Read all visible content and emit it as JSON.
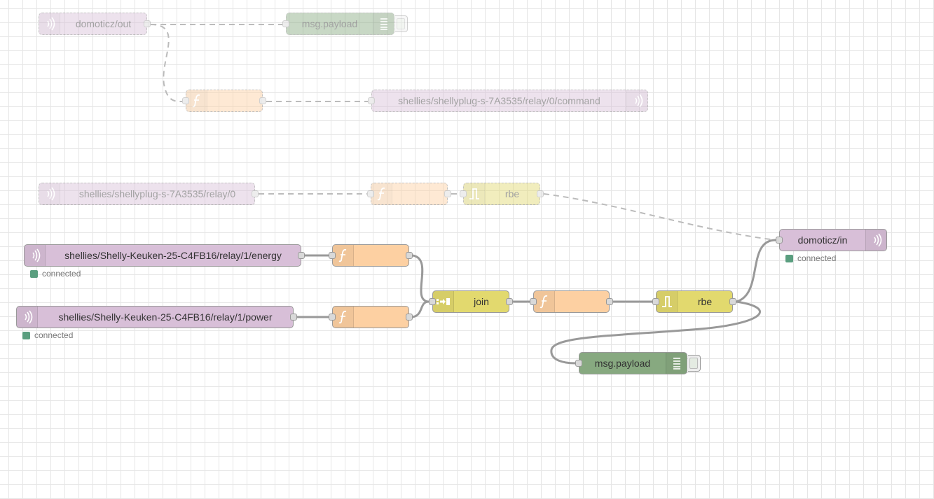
{
  "nodes": {
    "domoticz_out": {
      "label": "domoticz/out",
      "icon": "mqtt-wave-icon"
    },
    "debug_top": {
      "label": "msg.payload",
      "icon": "debug-list-icon"
    },
    "func_top": {
      "label": "",
      "icon": "function-icon"
    },
    "mqtt_command": {
      "label": "shellies/shellyplug-s-7A3535/relay/0/command",
      "icon": "mqtt-wave-icon"
    },
    "mqtt_relay0": {
      "label": "shellies/shellyplug-s-7A3535/relay/0",
      "icon": "mqtt-wave-icon"
    },
    "func_relay0": {
      "label": "",
      "icon": "function-icon"
    },
    "rbe_top": {
      "label": "rbe",
      "icon": "rbe-icon"
    },
    "domoticz_in": {
      "label": "domoticz/in",
      "icon": "mqtt-wave-icon",
      "status": "connected"
    },
    "mqtt_energy": {
      "label": "shellies/Shelly-Keuken-25-C4FB16/relay/1/energy",
      "icon": "mqtt-wave-icon",
      "status": "connected"
    },
    "mqtt_power": {
      "label": "shellies/Shelly-Keuken-25-C4FB16/relay/1/power",
      "icon": "mqtt-wave-icon",
      "status": "connected"
    },
    "func_energy": {
      "label": "",
      "icon": "function-icon"
    },
    "func_power": {
      "label": "",
      "icon": "function-icon"
    },
    "join": {
      "label": "join",
      "icon": "join-icon"
    },
    "func_join": {
      "label": "",
      "icon": "function-icon"
    },
    "rbe_bottom": {
      "label": "rbe",
      "icon": "rbe-icon"
    },
    "debug_bottom": {
      "label": "msg.payload",
      "icon": "debug-list-icon"
    }
  },
  "colors": {
    "mqtt": "#d8bfd8",
    "function": "#fdd0a2",
    "join_rbe": "#e2d96e",
    "debug": "#87a980",
    "status_connected": "#5a9e7f",
    "wire": "#999999",
    "wire_disabled": "#bbbbbb"
  }
}
